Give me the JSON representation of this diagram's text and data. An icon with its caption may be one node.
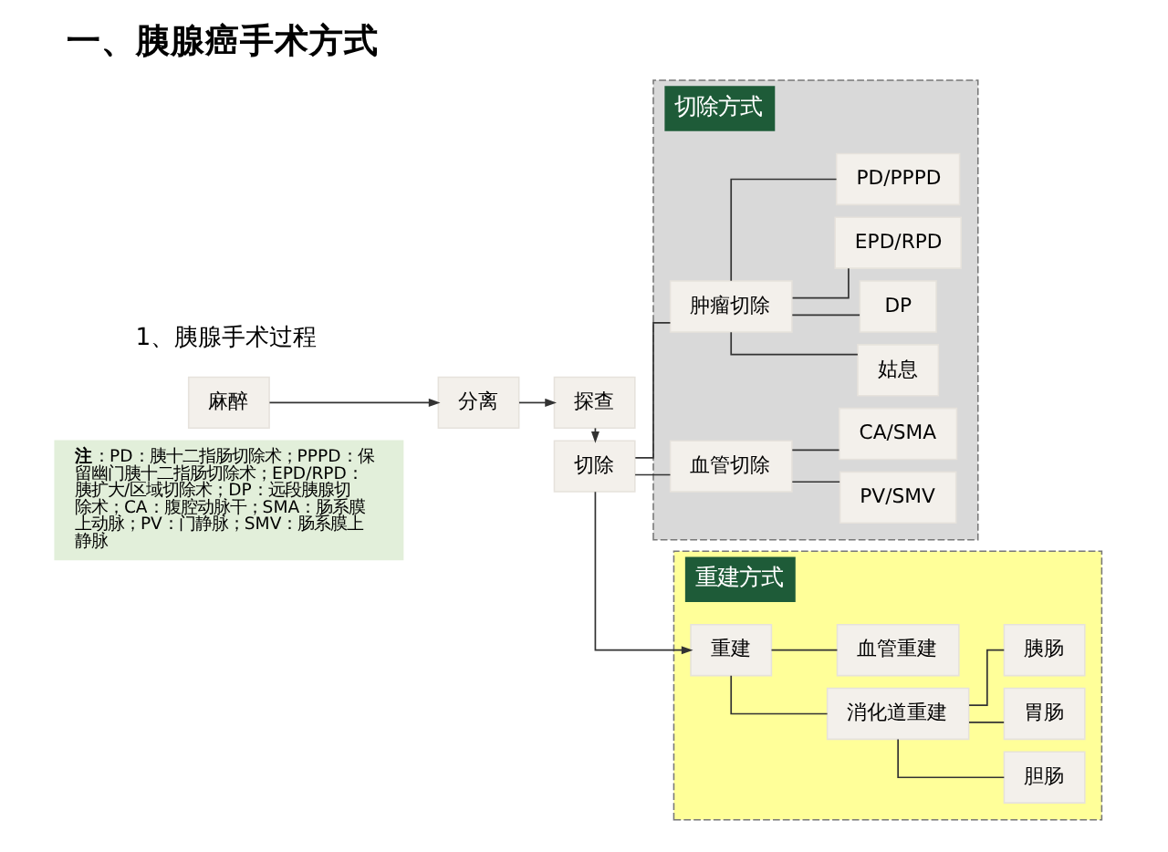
{
  "diagram": {
    "title": "一、胰腺癌手术方式",
    "nodes": [
      {
        "text": [
          "麻醉"
        ]
      },
      {
        "text": [
          "分离"
        ]
      },
      {
        "text": [
          "探查"
        ]
      },
      {
        "text": [
          "切除"
        ]
      },
      {
        "text": [
          "切除方式"
        ]
      },
      {
        "text": [
          "肿瘤切除"
        ],
        "in": 4
      },
      {
        "text": [
          "PD/PPPD"
        ],
        "in": 4
      },
      {
        "text": [
          "EPD/RPD"
        ],
        "in": 4
      },
      {
        "text": [
          "DP"
        ],
        "in": 4
      },
      {
        "text": [
          "姑息"
        ],
        "in": 4
      },
      {
        "text": [
          "血管切除"
        ],
        "in": 4
      },
      {
        "text": [
          "CA/SMA"
        ],
        "in": 4
      },
      {
        "text": [
          "PV/SMV"
        ],
        "in": 4
      },
      {
        "text": [
          "重建方式"
        ]
      },
      {
        "text": [
          "重建"
        ],
        "in": 13
      },
      {
        "text": [
          "血管重建"
        ],
        "in": 13
      },
      {
        "text": [
          "消化道重建"
        ],
        "in": 13
      },
      {
        "text": [
          "胰肠"
        ],
        "in": 13
      },
      {
        "text": [
          "胃肠"
        ],
        "in": 13
      },
      {
        "text": [
          "胆肠"
        ],
        "in": 13
      },
      {
        "text": [
          "**注**：PD：胰十二指肠切除术；PPPD：保留幽门胰十二指肠切除术；EPD/RPD：胰扩大/区域切除术；DP：远段胰腺切除术；CA：腹腔动脉干；SMA：肠系膜上动脉；PV：门静脉；SMV：肠系膜上静脉"
        ]
      }
    ],
    "edges": [
      {
        "from": 0,
        "to": 1,
        "arrow": "to"
      },
      {
        "from": 1,
        "to": 2,
        "arrow": "to"
      },
      {
        "from": 2,
        "to": 3,
        "arrow": "to"
      },
      {
        "from": 3,
        "to": 5,
        "arrow": "none"
      },
      {
        "from": 3,
        "to": 10,
        "arrow": "none"
      },
      {
        "from": 5,
        "to": 6,
        "arrow": "none"
      },
      {
        "from": 5,
        "to": 7,
        "arrow": "none"
      },
      {
        "from": 5,
        "to": 8,
        "arrow": "none"
      },
      {
        "from": 5,
        "to": 9,
        "arrow": "none"
      },
      {
        "from": 10,
        "to": 11,
        "arrow": "none"
      },
      {
        "from": 10,
        "to": 12,
        "arrow": "none"
      },
      {
        "from": 3,
        "to": 14,
        "arrow": "to"
      },
      {
        "from": 14,
        "to": 15,
        "arrow": "none"
      },
      {
        "from": 14,
        "to": 16,
        "arrow": "none"
      },
      {
        "from": 16,
        "to": 17,
        "arrow": "none"
      },
      {
        "from": 16,
        "to": 18,
        "arrow": "none"
      },
      {
        "from": 16,
        "to": 19,
        "arrow": "none"
      }
    ],
    "labels": [
      "1、胰腺手术过程"
    ]
  }
}
